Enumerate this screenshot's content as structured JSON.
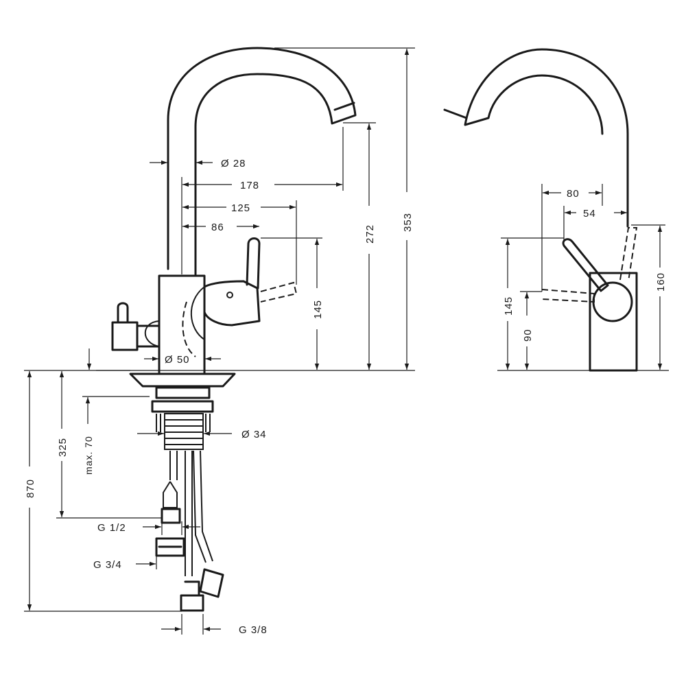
{
  "front_view": {
    "dimensions": {
      "body_diameter": "Ø 28",
      "spout_reach": "178",
      "lever_reach_extended": "125",
      "lever_reach": "86",
      "lever_height": "145",
      "spout_outlet_height": "272",
      "total_height": "353",
      "base_diameter": "Ø 50"
    }
  },
  "installation": {
    "dimensions": {
      "connection_length": "870",
      "shank_length": "325",
      "max_deck_thickness": "max. 70",
      "shank_diameter": "Ø 34",
      "thread_g12": "G 1/2",
      "thread_g34": "G 3/4",
      "thread_g38": "G 3/8"
    }
  },
  "side_view": {
    "dimensions": {
      "lever_offset_open": "80",
      "lever_offset_closed": "54",
      "lever_height_open": "145",
      "lever_height_closed": "90",
      "body_height": "160"
    }
  }
}
